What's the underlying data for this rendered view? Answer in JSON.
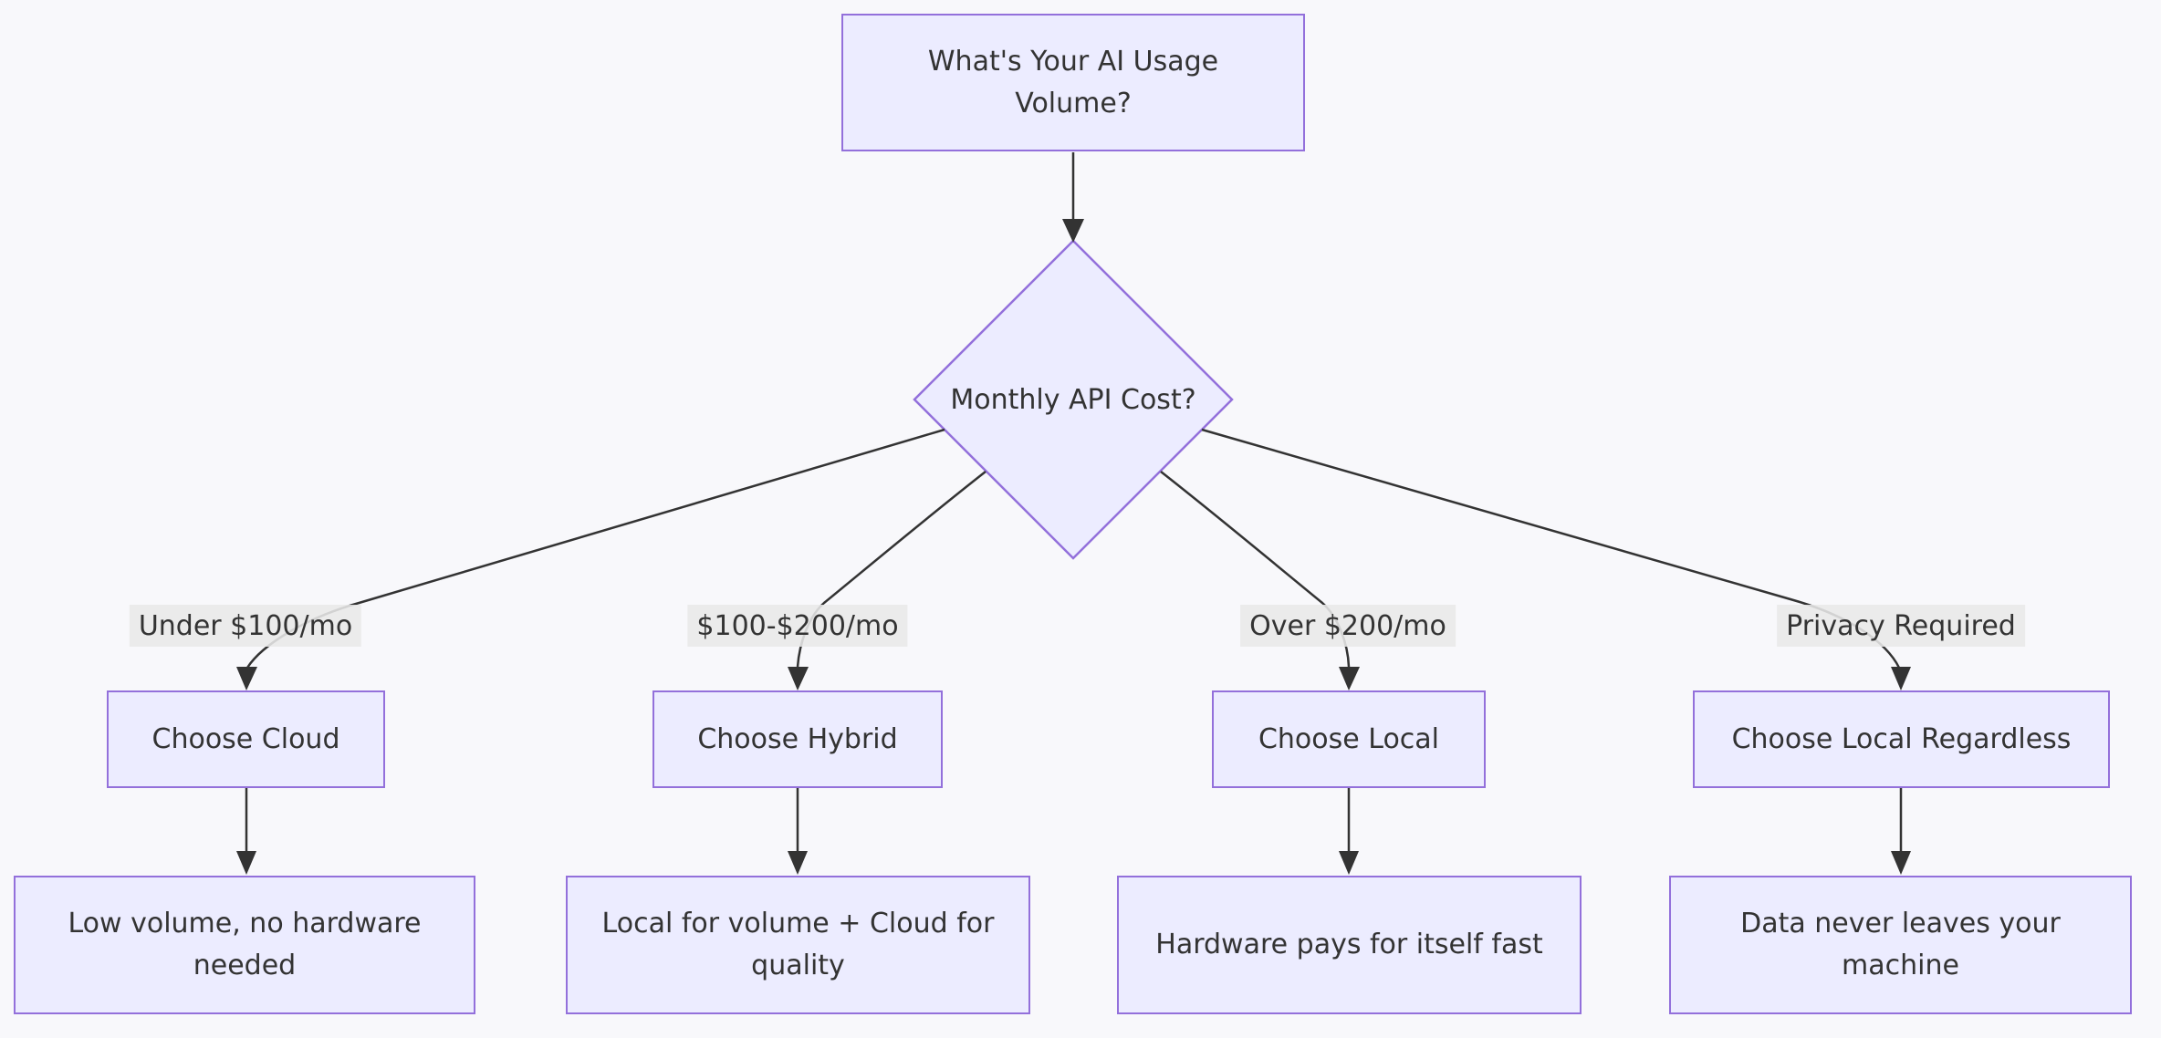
{
  "flowchart": {
    "start": "What's Your AI Usage Volume?",
    "decision": "Monthly API Cost?",
    "branches": [
      {
        "condition": "Under $100/mo",
        "choice": "Choose Cloud",
        "outcome": "Low volume, no hardware needed"
      },
      {
        "condition": "$100-$200/mo",
        "choice": "Choose Hybrid",
        "outcome": "Local for volume + Cloud for quality"
      },
      {
        "condition": "Over $200/mo",
        "choice": "Choose Local",
        "outcome": "Hardware pays for itself fast"
      },
      {
        "condition": "Privacy Required",
        "choice": "Choose Local Regardless",
        "outcome": "Data never leaves your machine"
      }
    ],
    "colors": {
      "background": "#F8F8FB",
      "node_fill": "#ECECFF",
      "node_border": "#9370DB",
      "edge": "#333333",
      "text": "#333333",
      "edge_label_bg": "#E8E8E8"
    }
  }
}
